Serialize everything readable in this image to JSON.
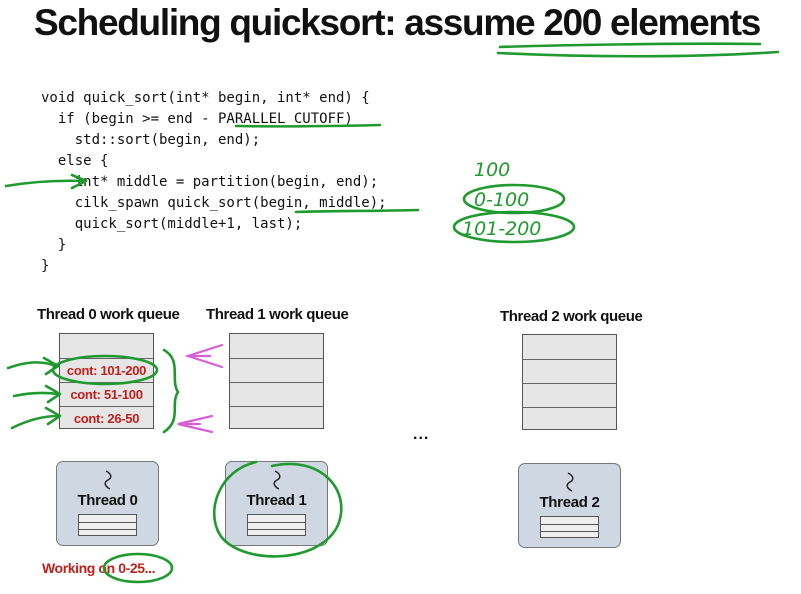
{
  "slide": {
    "title": "Scheduling quicksort: assume 200 elements"
  },
  "code": {
    "lines": [
      "void quick_sort(int* begin, int* end) {",
      "  if (begin >= end - PARALLEL_CUTOFF)",
      "    std::sort(begin, end);",
      "  else {",
      "    int* middle = partition(begin, end);",
      "    cilk_spawn quick_sort(begin, middle);",
      "    quick_sort(middle+1, last);",
      "  }",
      "}"
    ]
  },
  "queues": [
    {
      "label": "Thread 0 work queue",
      "items": [
        "cont: 101-200",
        "cont: 51-100",
        "cont: 26-50"
      ]
    },
    {
      "label": "Thread 1 work queue"
    },
    {
      "label": "Thread 2 work queue"
    }
  ],
  "ellipsis": "...",
  "threads": [
    {
      "label": "Thread 0"
    },
    {
      "label": "Thread 1"
    },
    {
      "label": "Thread 2"
    }
  ],
  "status": {
    "working": "Working on 0-25..."
  },
  "handwriting": {
    "total": "100",
    "range_a": "0-100",
    "range_b": "101-200"
  },
  "colors": {
    "annotation_green": "#1f9a2e",
    "annotation_magenta": "#d65fd6",
    "continuation_red": "#c0201c",
    "thread_box_fill": "#cfd8e2"
  }
}
